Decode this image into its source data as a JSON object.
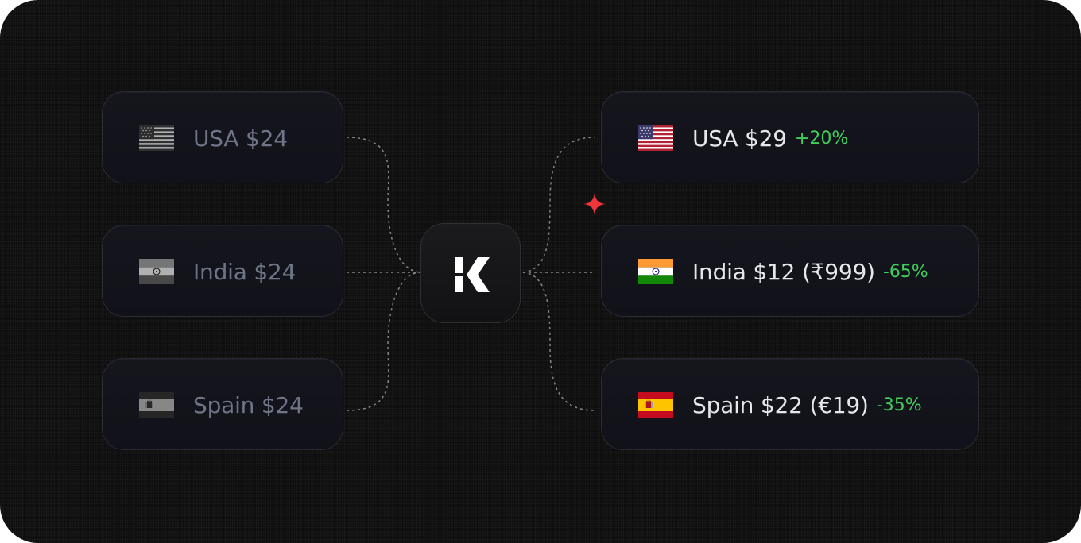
{
  "colors": {
    "background": "#0c0c0c",
    "card": "#13141b",
    "card_border": "#2a2b33",
    "muted_text": "#6f7587",
    "bright_text": "#e6e7ec",
    "delta_green": "#3fcf5c",
    "sparkle_red": "#f0353a",
    "connector": "#9a9a9a"
  },
  "hub": {
    "icon": "k-logo-icon"
  },
  "decoration": {
    "icon": "sparkle-icon"
  },
  "left_cards": [
    {
      "country": "usa",
      "flag_icon": "usa-flag-icon",
      "label": "USA $24"
    },
    {
      "country": "india",
      "flag_icon": "india-flag-icon",
      "label": "India $24"
    },
    {
      "country": "spain",
      "flag_icon": "spain-flag-icon",
      "label": "Spain $24"
    }
  ],
  "right_cards": [
    {
      "country": "usa",
      "flag_icon": "usa-flag-icon",
      "label": "USA $29",
      "delta": "+20%"
    },
    {
      "country": "india",
      "flag_icon": "india-flag-icon",
      "label": "India $12 (₹999)",
      "delta": "-65%"
    },
    {
      "country": "spain",
      "flag_icon": "spain-flag-icon",
      "label": "Spain $22 (€19)",
      "delta": "-35%"
    }
  ]
}
